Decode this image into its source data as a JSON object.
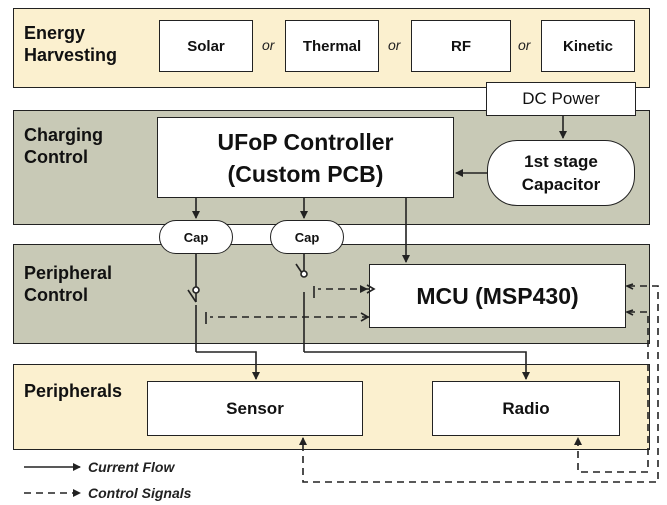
{
  "bands": {
    "energy": {
      "title": "Energy\nHarvesting"
    },
    "charging": {
      "title": "Charging\nControl"
    },
    "peripheral_control": {
      "title": "Peripheral\nControl"
    },
    "peripherals": {
      "title": "Peripherals"
    }
  },
  "harvest_sources": [
    "Solar",
    "Thermal",
    "RF",
    "Kinetic"
  ],
  "or_label": "or",
  "dc_power": "DC Power",
  "controller": {
    "line1": "UFoP Controller",
    "line2": "(Custom PCB)"
  },
  "capacitor": {
    "line1": "1st stage",
    "line2": "Capacitor"
  },
  "cap_label": "Cap",
  "mcu": "MCU (MSP430)",
  "sensor": "Sensor",
  "radio": "Radio",
  "legend": {
    "current": "Current Flow",
    "control": "Control Signals"
  },
  "colors": {
    "yellow_band": "#fbf0cf",
    "green_band": "#c8c9b6",
    "line": "#222222"
  }
}
